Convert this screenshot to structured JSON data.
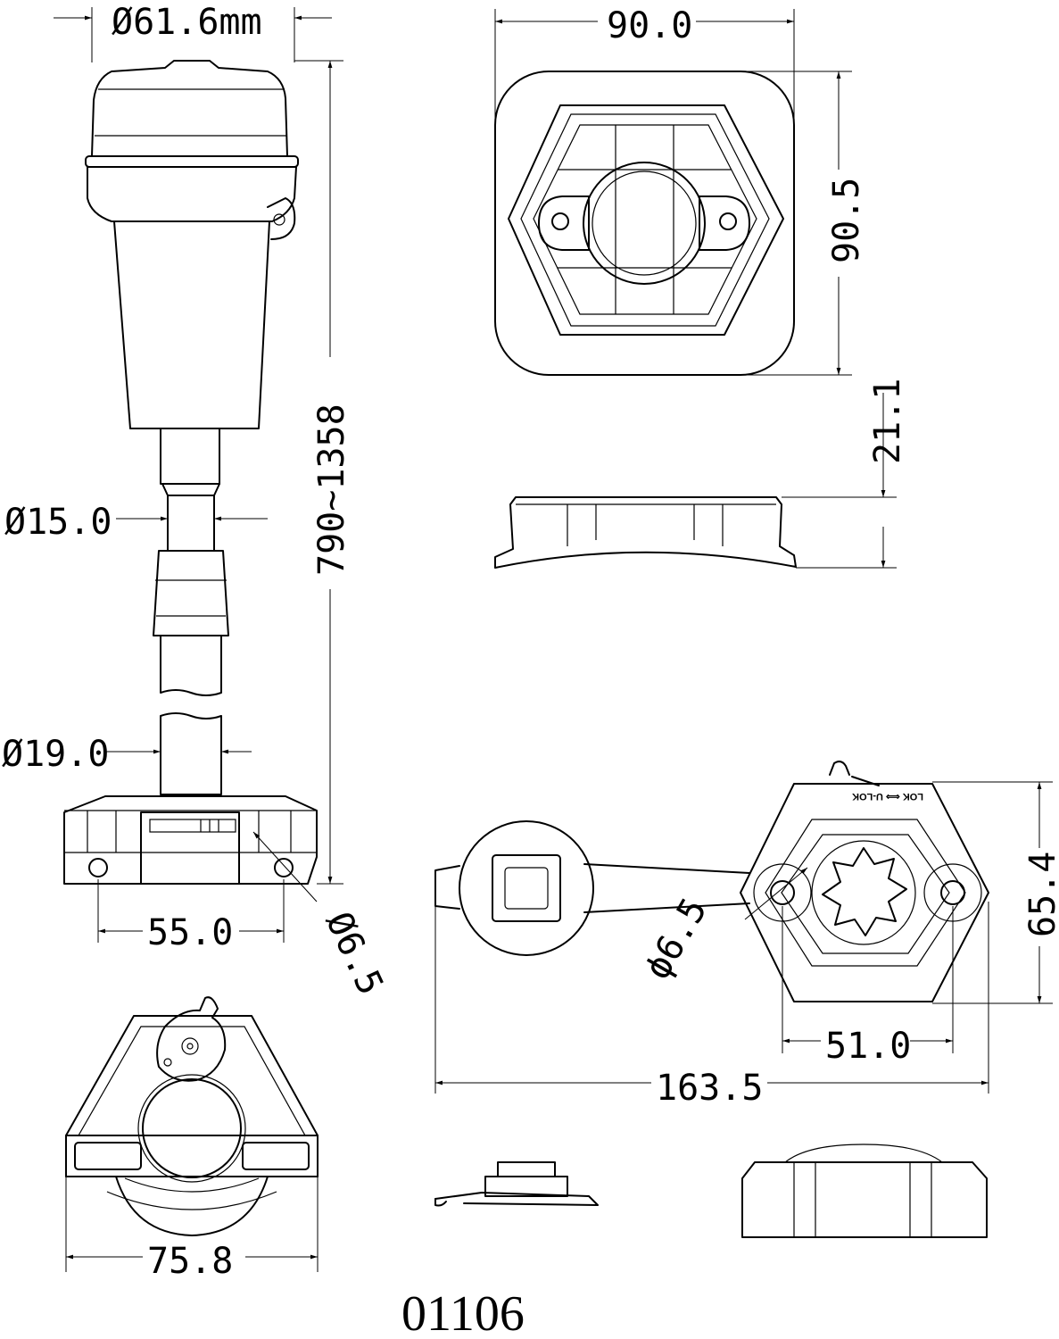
{
  "drawing": {
    "model_number": "01106",
    "dimensions": {
      "top_diameter": "Ø61.6mm",
      "base_width": "90.0",
      "base_height": "90.5",
      "base_thickness": "21.1",
      "length_range": "790~1358",
      "shaft_diameter_upper": "Ø15.0",
      "shaft_diameter_lower": "Ø19.0",
      "hole_spacing_side": "55.0",
      "hole_diameter_side": "Ø6.5",
      "hole_diameter_hex": "ϕ6.5",
      "hex_height": "65.4",
      "hex_hole_spacing": "51.0",
      "overall_length": "163.5",
      "clip_width": "75.8"
    },
    "markings": {
      "lock_label": "LOK ⟺ U-LOK"
    }
  }
}
